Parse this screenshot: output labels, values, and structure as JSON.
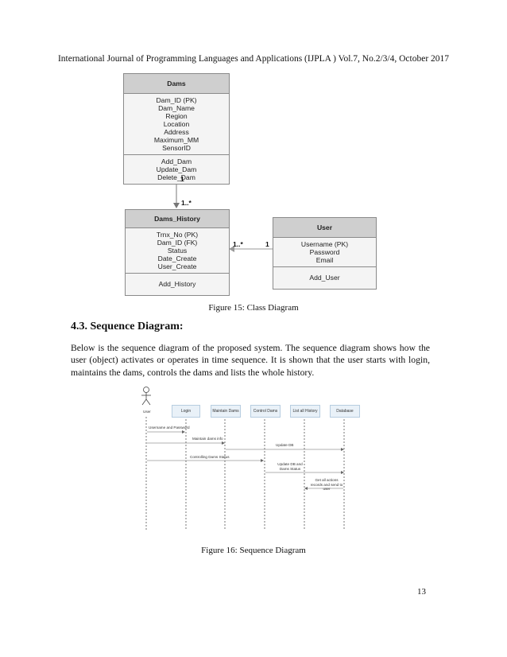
{
  "header": "International Journal of Programming Languages and Applications (IJPLA ) Vol.7, No.2/3/4, October 2017",
  "class_diagram": {
    "dams": {
      "name": "Dams",
      "attributes": [
        "Dam_ID (PK)",
        "Dam_Name",
        "Region",
        "Location",
        "Address",
        "Maximum_MM",
        "SensorID"
      ],
      "methods": [
        "Add_Dam",
        "Update_Dam",
        "Delete_Dam"
      ]
    },
    "dams_history": {
      "name": "Dams_History",
      "attributes": [
        "Trnx_No (PK)",
        "Dam_ID (FK)",
        "Status",
        "Date_Create",
        "User_Create"
      ],
      "methods": [
        "Add_History"
      ]
    },
    "user": {
      "name": "User",
      "attributes": [
        "Username (PK)",
        "Password",
        "Email"
      ],
      "methods": [
        "Add_User"
      ]
    },
    "multiplicities": {
      "dams_end": "1",
      "history_end_top": "1..*",
      "history_end_right": "1..*",
      "user_end": "1"
    }
  },
  "figure15_caption": "Figure 15: Class Diagram",
  "section_heading": "4.3. Sequence Diagram:",
  "paragraph": "Below is the sequence diagram of the proposed system. The sequence diagram shows how the user (object) activates or operates in time sequence. It is shown that the user starts with login, maintains the dams, controls the dams and lists the whole history.",
  "sequence_diagram": {
    "actor": "User",
    "lifelines": [
      "Login",
      "Maintain Dams",
      "Control Dams",
      "List all History",
      "Database"
    ],
    "messages": [
      "Username and Password",
      "Maintain dams info",
      "Update DB",
      "Controlling Dams Status",
      "Update DB and Dams Status",
      "Get all actions records and send to user"
    ]
  },
  "figure16_caption": "Figure 16: Sequence Diagram",
  "page_number": "13"
}
